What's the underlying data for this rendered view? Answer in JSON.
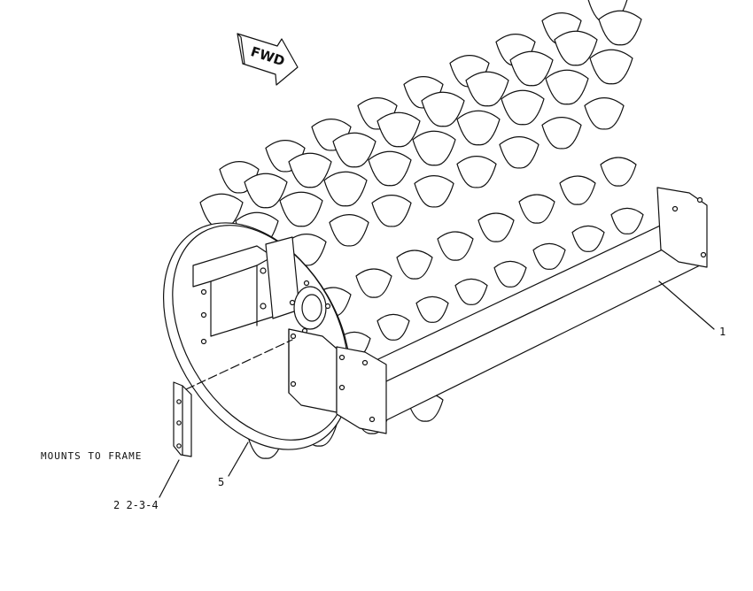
{
  "fwd_arrow": {
    "text": "FWD"
  },
  "callouts": {
    "note": "MOUNTS TO FRAME",
    "part_1": "1",
    "part_5": "5",
    "part_234": "2 2-3-4"
  },
  "colors": {
    "line": "#111111",
    "background": "#ffffff"
  }
}
